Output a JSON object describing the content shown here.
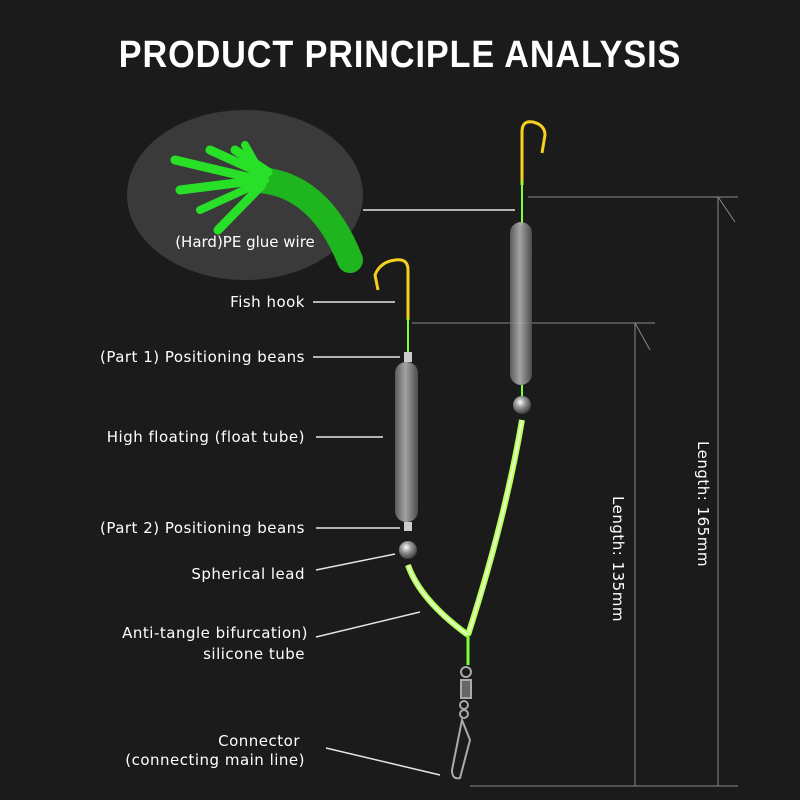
{
  "title": "PRODUCT PRINCIPLE ANALYSIS",
  "callouts": {
    "wire": "(Hard)PE glue wire",
    "fish_hook": "Fish hook",
    "part1": "(Part 1) Positioning beans",
    "float_tube": "High floating (float tube)",
    "part2": "(Part 2) Positioning beans",
    "lead": "Spherical lead",
    "tube_line1": "Anti-tangle bifurcation)",
    "tube_line2": "silicone tube",
    "connector_line1": "Connector",
    "connector_line2": "(connecting main line)"
  },
  "dimensions": {
    "long": "Length: 165mm",
    "short": "Length: 135mm"
  },
  "colors": {
    "background": "#1b1b1b",
    "line": "#7dff3a",
    "hook": "#f5d020",
    "wire": "#22dd22"
  }
}
